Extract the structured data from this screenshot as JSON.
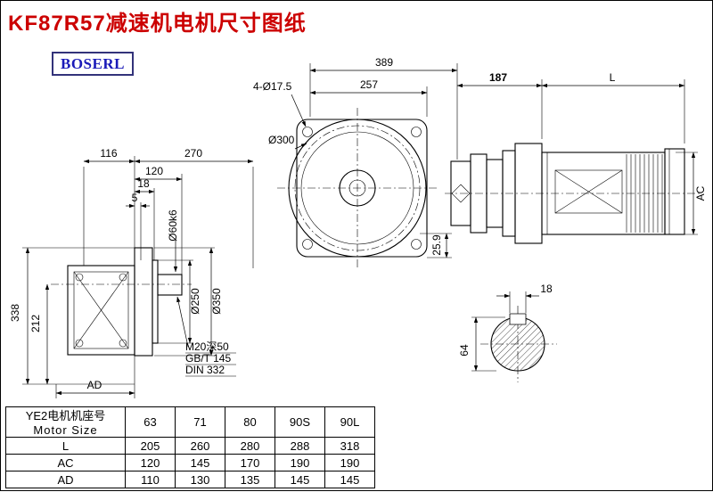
{
  "page": {
    "title": "KF87R57减速机电机尺寸图纸",
    "logo_text": "BOSERL",
    "title_color": "#cc0000",
    "logo_text_color": "#1a1ab8"
  },
  "front_view": {
    "dim_total_width": "389",
    "dim_flange_width": "257",
    "bolt_holes_label": "4-Ø17.5",
    "flange_dia_label": "Ø300",
    "dim_offset": "25.9"
  },
  "motor_view": {
    "dim_adapter_length": "187",
    "dim_motor_length": "L",
    "dim_motor_height": "AC"
  },
  "side_view": {
    "dim_width_rear": "116",
    "dim_width_total": "270",
    "dim_shaft_length": "120",
    "dim_flange_offset": "18",
    "dim_spigot_depth": "5",
    "shaft_dia_label": "Ø60k6",
    "spigot_dia_label": "Ø250",
    "flange_dia_label": "Ø350",
    "dim_height_total": "338",
    "dim_height_center": "212",
    "dim_ad_label": "AD",
    "note_tap_hole": "M20深50",
    "note_standard_1": "GB/T 145",
    "note_standard_2": "DIN 332"
  },
  "shaft_section": {
    "dim_key_width": "18",
    "dim_shaft_dia": "64"
  },
  "table": {
    "header_cn": "YE2电机机座号",
    "header_en": "Motor Size",
    "sizes": [
      "63",
      "71",
      "80",
      "90S",
      "90L"
    ],
    "rows": [
      {
        "label": "L",
        "values": [
          "205",
          "260",
          "280",
          "288",
          "318"
        ]
      },
      {
        "label": "AC",
        "values": [
          "120",
          "145",
          "170",
          "190",
          "190"
        ]
      },
      {
        "label": "AD",
        "values": [
          "110",
          "130",
          "135",
          "145",
          "145"
        ]
      }
    ]
  }
}
